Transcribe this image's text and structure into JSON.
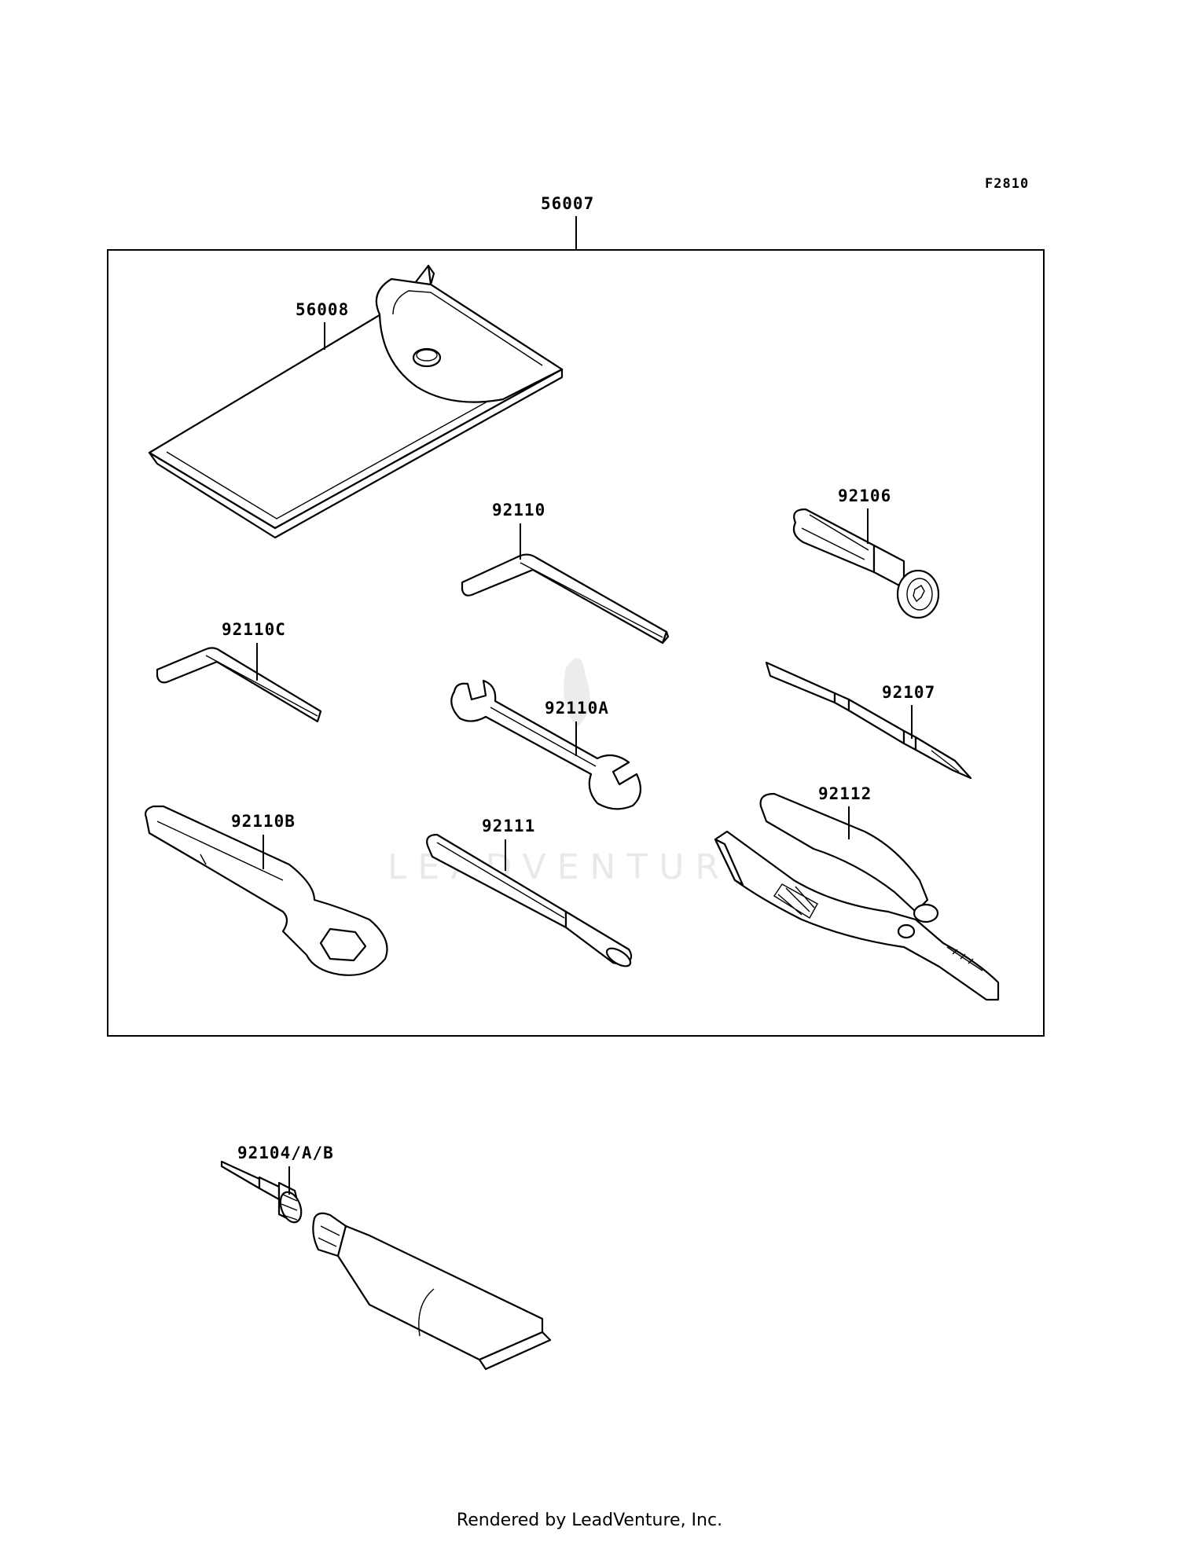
{
  "figure_code": "F2810",
  "watermark": "LEADVENTURE",
  "footer": "Rendered by LeadVenture, Inc.",
  "parts": {
    "kit": "56007",
    "pouch": "56008",
    "hex_wrench_large": "92110",
    "grip": "92106",
    "hex_wrench_small": "92110C",
    "screwdriver": "92107",
    "open_wrench": "92110A",
    "pliers": "92112",
    "box_wrench": "92110B",
    "extension_bar": "92111",
    "repair_kit": "92104/A/B"
  }
}
